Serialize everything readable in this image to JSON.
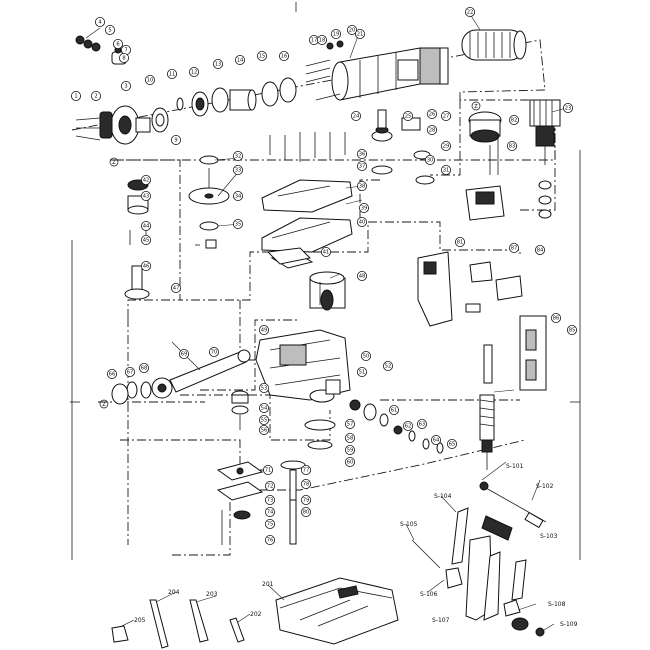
{
  "callouts": [
    {
      "label": "1"
    },
    {
      "label": "2"
    },
    {
      "label": "3"
    },
    {
      "label": "4"
    },
    {
      "label": "5"
    },
    {
      "label": "6"
    },
    {
      "label": "7"
    },
    {
      "label": "8"
    },
    {
      "label": "9"
    },
    {
      "label": "10"
    },
    {
      "label": "11"
    },
    {
      "label": "12"
    },
    {
      "label": "13"
    },
    {
      "label": "14"
    },
    {
      "label": "15"
    },
    {
      "label": "16"
    },
    {
      "label": "17"
    },
    {
      "label": "18"
    },
    {
      "label": "19"
    },
    {
      "label": "20"
    },
    {
      "label": "21"
    },
    {
      "label": "22"
    },
    {
      "label": "23"
    },
    {
      "label": "24"
    },
    {
      "label": "25"
    },
    {
      "label": "26"
    },
    {
      "label": "27"
    },
    {
      "label": "28"
    },
    {
      "label": "29"
    },
    {
      "label": "30"
    },
    {
      "label": "31"
    },
    {
      "label": "32"
    },
    {
      "label": "33"
    },
    {
      "label": "34"
    },
    {
      "label": "35"
    },
    {
      "label": "36"
    },
    {
      "label": "37"
    },
    {
      "label": "38"
    },
    {
      "label": "39"
    },
    {
      "label": "40"
    },
    {
      "label": "41"
    },
    {
      "label": "42"
    },
    {
      "label": "43"
    },
    {
      "label": "44"
    },
    {
      "label": "45"
    },
    {
      "label": "46"
    },
    {
      "label": "47"
    },
    {
      "label": "48"
    },
    {
      "label": "49"
    },
    {
      "label": "50"
    },
    {
      "label": "51"
    },
    {
      "label": "52"
    },
    {
      "label": "53"
    },
    {
      "label": "54"
    },
    {
      "label": "55"
    },
    {
      "label": "56"
    },
    {
      "label": "57"
    },
    {
      "label": "58"
    },
    {
      "label": "59"
    },
    {
      "label": "60"
    },
    {
      "label": "61"
    },
    {
      "label": "62"
    },
    {
      "label": "63"
    },
    {
      "label": "64"
    },
    {
      "label": "65"
    },
    {
      "label": "66"
    },
    {
      "label": "67"
    },
    {
      "label": "68"
    },
    {
      "label": "69"
    },
    {
      "label": "70"
    },
    {
      "label": "71"
    },
    {
      "label": "72"
    },
    {
      "label": "73"
    },
    {
      "label": "74"
    },
    {
      "label": "75"
    },
    {
      "label": "76"
    },
    {
      "label": "77"
    },
    {
      "label": "78"
    },
    {
      "label": "79"
    },
    {
      "label": "80"
    },
    {
      "label": "81"
    },
    {
      "label": "82"
    },
    {
      "label": "83"
    },
    {
      "label": "84"
    },
    {
      "label": "85"
    },
    {
      "label": "86"
    },
    {
      "label": "87"
    }
  ],
  "accessory_labels": [
    {
      "label": "S-101"
    },
    {
      "label": "S-102"
    },
    {
      "label": "S-103"
    },
    {
      "label": "S-104"
    },
    {
      "label": "S-105"
    },
    {
      "label": "S-106"
    },
    {
      "label": "S-107"
    },
    {
      "label": "S-108"
    },
    {
      "label": "S-109"
    },
    {
      "label": "201"
    },
    {
      "label": "202"
    },
    {
      "label": "203"
    },
    {
      "label": "204"
    },
    {
      "label": "205"
    }
  ],
  "assembly_marks": {
    "left": "Z",
    "right": "Z",
    "upper": "Z"
  }
}
